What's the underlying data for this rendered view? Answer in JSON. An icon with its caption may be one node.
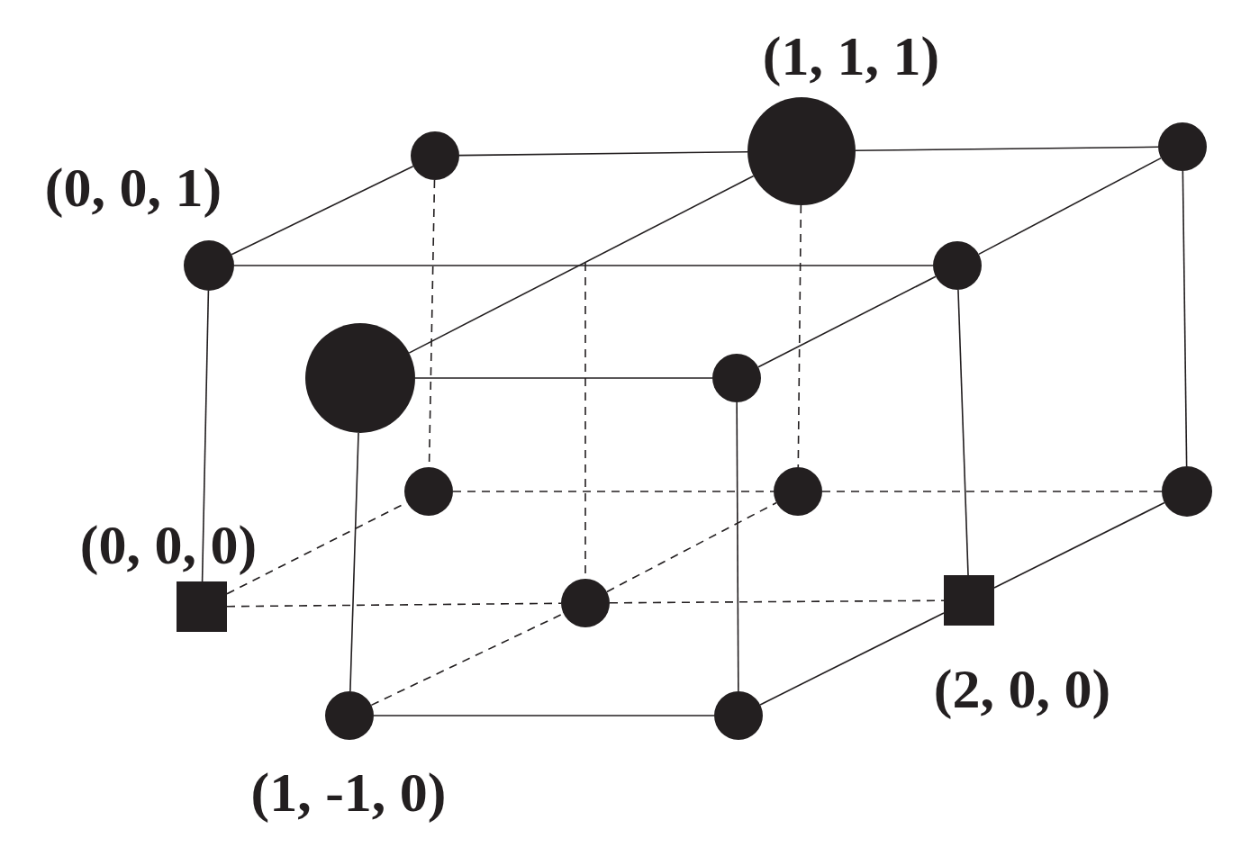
{
  "diagram": {
    "nodes": [
      {
        "text": [],
        "shape": "circle"
      },
      {
        "text": [],
        "shape": "circle",
        "beside": [
          "(1, 1, 1)"
        ]
      },
      {
        "text": [],
        "shape": "circle"
      },
      {
        "text": [],
        "shape": "circle",
        "beside": [
          "(0, 0, 1)"
        ]
      },
      {
        "text": [],
        "shape": "circle"
      },
      {
        "text": [],
        "shape": "circle"
      },
      {
        "text": [],
        "shape": "circle"
      },
      {
        "text": [],
        "shape": "circle"
      },
      {
        "text": [],
        "shape": "circle"
      },
      {
        "text": [],
        "shape": "circle"
      },
      {
        "text": [],
        "shape": "box",
        "beside": [
          "(0, 0, 0)"
        ]
      },
      {
        "text": [],
        "shape": "circle"
      },
      {
        "text": [],
        "shape": "box",
        "beside": [
          "(2, 0, 0)"
        ]
      },
      {
        "text": [],
        "shape": "circle",
        "beside": [
          "(1, -1, 0)"
        ]
      },
      {
        "text": [],
        "shape": "circle"
      }
    ],
    "edges": [
      {
        "from": 0,
        "to": 1,
        "arrow": "none"
      },
      {
        "from": 1,
        "to": 2,
        "arrow": "none"
      },
      {
        "from": 3,
        "to": 0,
        "arrow": "none"
      },
      {
        "from": 3,
        "to": 4,
        "arrow": "none"
      },
      {
        "from": 4,
        "to": 2,
        "arrow": "none"
      },
      {
        "from": 3,
        "to": 10,
        "arrow": "none"
      },
      {
        "from": 5,
        "to": 1,
        "arrow": "none"
      },
      {
        "from": 5,
        "to": 6,
        "arrow": "none"
      },
      {
        "from": 6,
        "to": 4,
        "arrow": "none"
      },
      {
        "from": 5,
        "to": 13,
        "arrow": "none"
      },
      {
        "from": 6,
        "to": 14,
        "arrow": "none"
      },
      {
        "from": 13,
        "to": 14,
        "arrow": "none"
      },
      {
        "from": 14,
        "to": 12,
        "arrow": "none"
      },
      {
        "from": 12,
        "to": 9,
        "arrow": "none"
      },
      {
        "from": 4,
        "to": 12,
        "arrow": "none"
      },
      {
        "from": 2,
        "to": 9,
        "arrow": "none"
      },
      {
        "from": 0,
        "to": 7,
        "arrow": "none",
        "style": "dashed"
      },
      {
        "from": 1,
        "to": 8,
        "arrow": "none",
        "style": "dashed"
      },
      {
        "from": 7,
        "to": 8,
        "arrow": "none",
        "style": "dashed"
      },
      {
        "from": 8,
        "to": 9,
        "arrow": "none",
        "style": "dashed"
      },
      {
        "from": 10,
        "to": 7,
        "arrow": "none",
        "style": "dashed"
      },
      {
        "from": 10,
        "to": 11,
        "arrow": "none",
        "style": "dashed"
      },
      {
        "from": 11,
        "to": 12,
        "arrow": "none",
        "style": "dashed"
      },
      {
        "from": 13,
        "to": 11,
        "arrow": "none",
        "style": "dashed"
      },
      {
        "from": 11,
        "to": 8,
        "arrow": "none",
        "style": "dashed"
      },
      {
        "from": null,
        "to": 11,
        "arrow": "none",
        "style": "dashed"
      }
    ]
  }
}
